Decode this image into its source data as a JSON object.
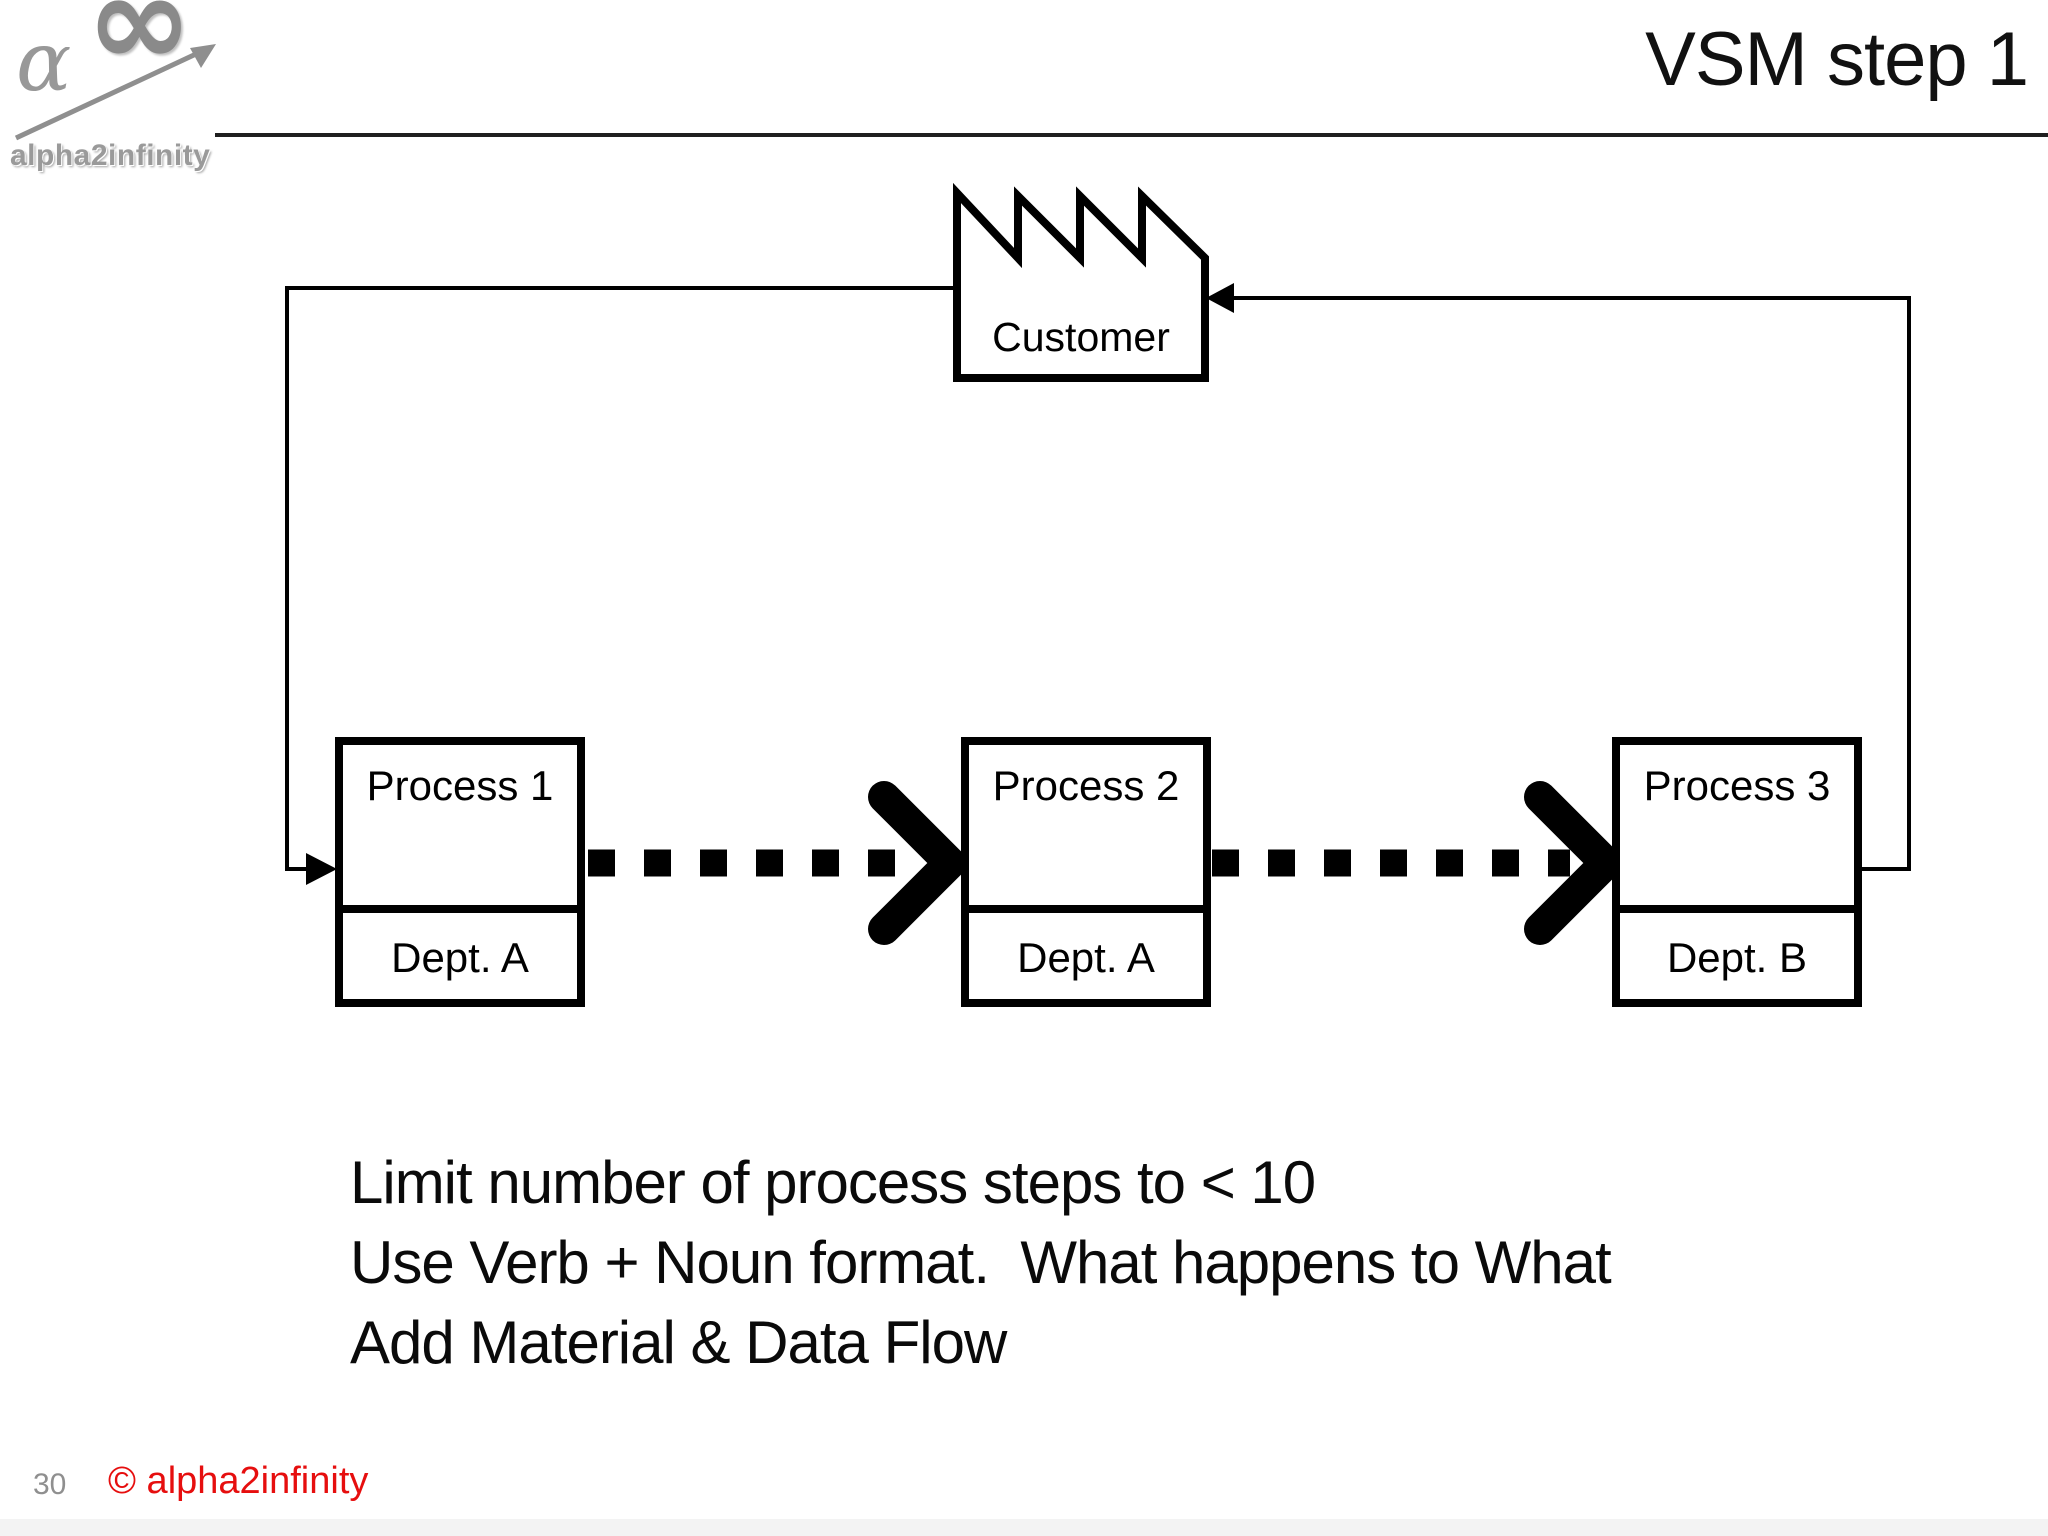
{
  "slide": {
    "title": "VSM step 1",
    "page_number": "30",
    "copyright": "© alpha2infinity",
    "logo": {
      "alpha_glyph": "α",
      "infinity_glyph": "∞",
      "text": "alpha2infinity"
    },
    "notes": [
      "Limit number of process steps to < 10",
      "Use Verb + Noun format.  What happens to What",
      "Add Material & Data Flow"
    ]
  },
  "diagram": {
    "customer_label": "Customer",
    "processes": [
      {
        "name": "Process 1",
        "dept": "Dept. A"
      },
      {
        "name": "Process 2",
        "dept": "Dept. A"
      },
      {
        "name": "Process 3",
        "dept": "Dept. B"
      }
    ],
    "flow": {
      "material_flow_style": "thick dashed arrows left-to-right",
      "information_loop": "Process 3 → Customer → Process 1"
    }
  },
  "colors": {
    "line_black": "#000000",
    "accent_red": "#e60e0e",
    "logo_gray": "#8a8a8a",
    "background": "#ffffff"
  }
}
